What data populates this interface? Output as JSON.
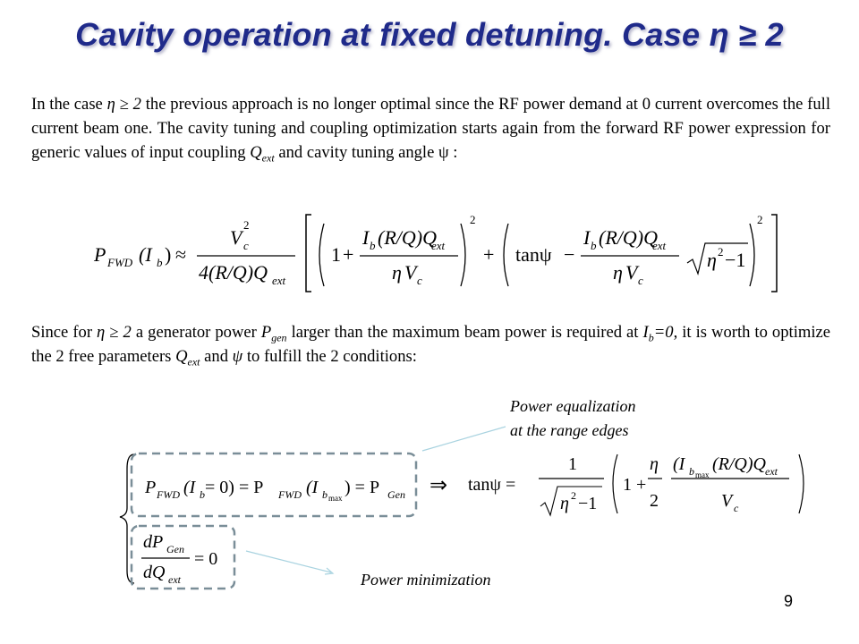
{
  "slide": {
    "title": "Cavity operation at fixed detuning. Case η ≥ 2",
    "page_number": "9"
  },
  "paragraph1": {
    "t1": "In the case ",
    "eta_cond": "η ≥ 2",
    "t2": " the previous approach is no longer optimal since the RF power demand at 0 current overcomes the full current beam one. The cavity tuning and coupling optimization starts again from the forward RF power expression for generic values of input coupling ",
    "q": "Q",
    "q_sub": "ext",
    "t3": " and cavity tuning angle ψ :"
  },
  "paragraph2": {
    "t1": "Since for ",
    "eta_cond": "η ≥ 2",
    "t2": " a generator power ",
    "p": "P",
    "p_sub": "gen",
    "t3": " larger than the maximum beam power is required at ",
    "ib": "I",
    "ib_sub": "b",
    "ib_val": "=0",
    "t4": ", it is worth to optimize the 2 free parameters ",
    "q": "Q",
    "q_sub": "ext",
    "t5": " and ",
    "psi": "ψ",
    "t6": " to fulfill the 2 conditions:"
  },
  "annotations": {
    "power_equalization_line1": "Power equalization",
    "power_equalization_line2": "at the range edges",
    "power_minimization": "Power minimization"
  },
  "equation_pfwd": {
    "P": "P",
    "FWD": "FWD",
    "Ib": "(I",
    "b": "b",
    "close": ")",
    "approx": "≈",
    "Vc": "V",
    "c": "c",
    "two": "2",
    "den": "4(R/Q)Q",
    "ext": "ext",
    "one": "1",
    "plus": "+",
    "tanpsi": "tanψ",
    "minus": "−",
    "frac_num": "I",
    "frac_num_rest": "(R/Q)Q",
    "eta": "η",
    "sqrt_content": "η",
    "sqrt_rest": "−1",
    "sq": "2"
  },
  "equation_conditions": {
    "lhs": "P",
    "FWD": "FWD",
    "ib0": "(I",
    "b": "b",
    "eq0": " = 0) = P",
    "ibmax": "(I",
    "bmax": "b",
    "max": "max",
    "rp": ") = P",
    "Gen": "Gen",
    "arrow": "⇒",
    "tanpsi": "tanψ =",
    "one": "1",
    "eta": "η",
    "sqrt_rest": "−1",
    "plus": "1 +",
    "half_eta": "η",
    "two": "2",
    "rq": "(R/Q)Q",
    "ext": "ext",
    "Vc": "V",
    "c": "c",
    "dP": "dP",
    "dQ": "dQ",
    "zero": "= 0"
  },
  "colors": {
    "title": "#1f2a8a",
    "dashed_box": "#7a8e98",
    "arrow": "#a9d3e0"
  }
}
